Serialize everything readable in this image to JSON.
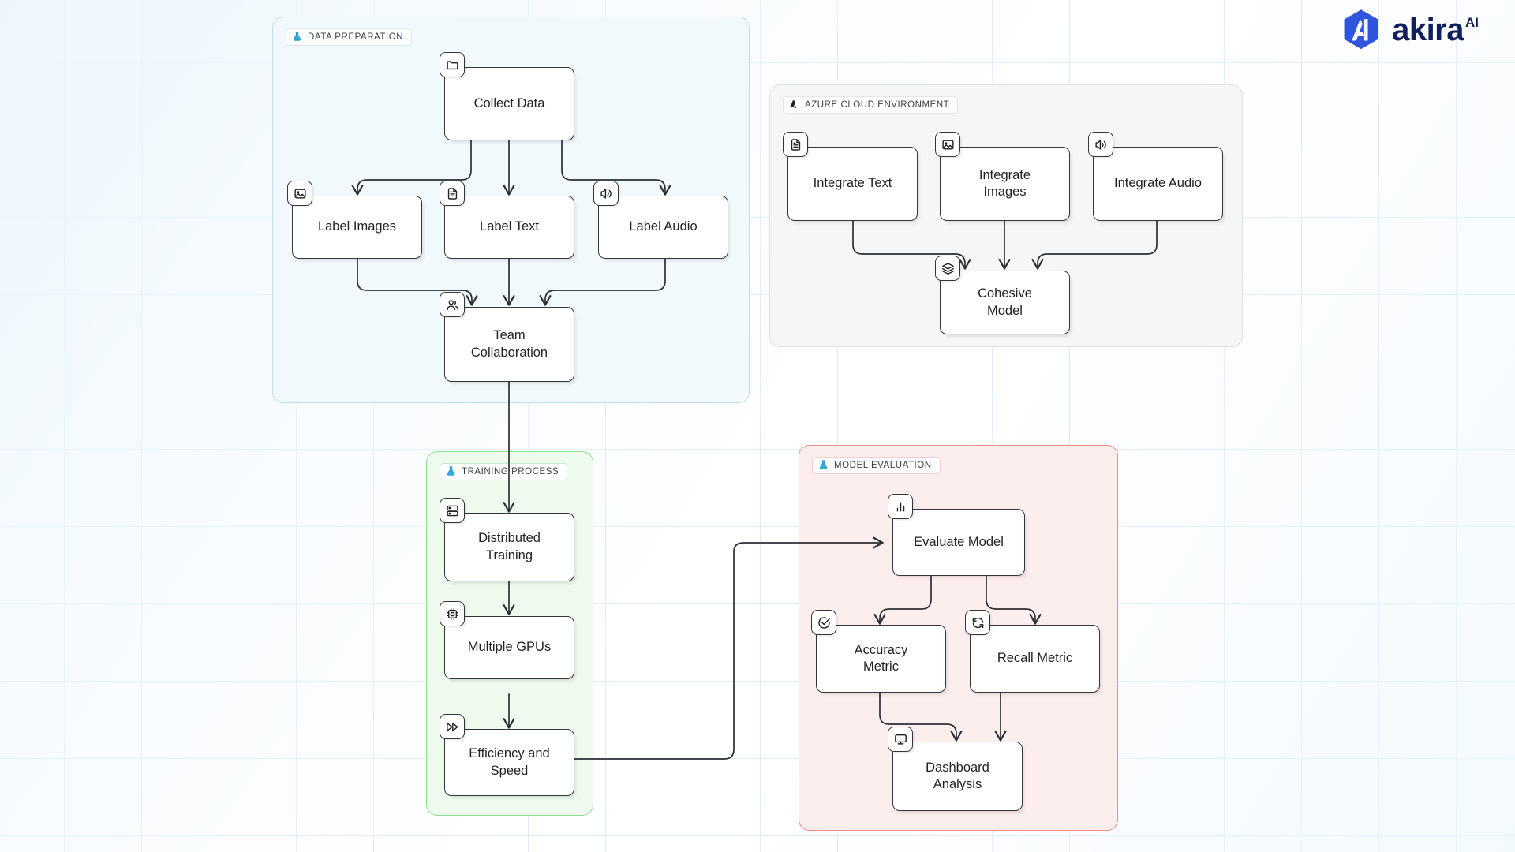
{
  "brand": {
    "name": "akira",
    "superscript": "AI",
    "hex_color": "#2f54de",
    "text_color": "#10205c"
  },
  "diagram": {
    "flask_icon": "flask-icon",
    "groups": [
      {
        "id": "data-preparation",
        "label": "DATA PREPARATION",
        "icon": "flask-icon",
        "accent": "#bfdff0",
        "fill": "#f2f9fd"
      },
      {
        "id": "azure-cloud-environment",
        "label": "AZURE CLOUD ENVIRONMENT",
        "icon": "azure-icon",
        "accent": "#e0e0e0",
        "fill": "#f6f6f6"
      },
      {
        "id": "training-process",
        "label": "TRAINING PROCESS",
        "icon": "flask-icon",
        "accent": "#8fe08f",
        "fill": "#eefaee"
      },
      {
        "id": "model-evaluation",
        "label": "MODEL EVALUATION",
        "icon": "flask-icon",
        "accent": "#f08a8a",
        "fill": "#fdeeee"
      }
    ],
    "nodes": [
      {
        "id": "collect-data",
        "label": "Collect Data",
        "icon": "folder-icon",
        "group": "data-preparation"
      },
      {
        "id": "label-images",
        "label": "Label Images",
        "icon": "image-icon",
        "group": "data-preparation"
      },
      {
        "id": "label-text",
        "label": "Label Text",
        "icon": "document-icon",
        "group": "data-preparation"
      },
      {
        "id": "label-audio",
        "label": "Label Audio",
        "icon": "speaker-icon",
        "group": "data-preparation"
      },
      {
        "id": "team-collaboration",
        "label": "Team\nCollaboration",
        "icon": "users-icon",
        "group": "data-preparation"
      },
      {
        "id": "integrate-text",
        "label": "Integrate Text",
        "icon": "document-icon",
        "group": "azure-cloud-environment"
      },
      {
        "id": "integrate-images",
        "label": "Integrate\nImages",
        "icon": "image-icon",
        "group": "azure-cloud-environment"
      },
      {
        "id": "integrate-audio",
        "label": "Integrate Audio",
        "icon": "speaker-icon",
        "group": "azure-cloud-environment"
      },
      {
        "id": "cohesive-model",
        "label": "Cohesive\nModel",
        "icon": "layers-icon",
        "group": "azure-cloud-environment"
      },
      {
        "id": "distributed-training",
        "label": "Distributed\nTraining",
        "icon": "server-icon",
        "group": "training-process"
      },
      {
        "id": "multiple-gpus",
        "label": "Multiple GPUs",
        "icon": "chip-icon",
        "group": "training-process"
      },
      {
        "id": "efficiency-and-speed",
        "label": "Efficiency and\nSpeed",
        "icon": "fast-forward-icon",
        "group": "training-process"
      },
      {
        "id": "evaluate-model",
        "label": "Evaluate Model",
        "icon": "bar-chart-icon",
        "group": "model-evaluation"
      },
      {
        "id": "accuracy-metric",
        "label": "Accuracy\nMetric",
        "icon": "check-circle-icon",
        "group": "model-evaluation"
      },
      {
        "id": "recall-metric",
        "label": "Recall Metric",
        "icon": "refresh-icon",
        "group": "model-evaluation"
      },
      {
        "id": "dashboard-analysis",
        "label": "Dashboard\nAnalysis",
        "icon": "monitor-icon",
        "group": "model-evaluation"
      }
    ],
    "edges": [
      {
        "from": "collect-data",
        "to": "label-images"
      },
      {
        "from": "collect-data",
        "to": "label-text"
      },
      {
        "from": "collect-data",
        "to": "label-audio"
      },
      {
        "from": "label-images",
        "to": "team-collaboration"
      },
      {
        "from": "label-text",
        "to": "team-collaboration"
      },
      {
        "from": "label-audio",
        "to": "team-collaboration"
      },
      {
        "from": "team-collaboration",
        "to": "distributed-training"
      },
      {
        "from": "integrate-text",
        "to": "cohesive-model"
      },
      {
        "from": "integrate-images",
        "to": "cohesive-model"
      },
      {
        "from": "integrate-audio",
        "to": "cohesive-model"
      },
      {
        "from": "distributed-training",
        "to": "multiple-gpus"
      },
      {
        "from": "multiple-gpus",
        "to": "efficiency-and-speed"
      },
      {
        "from": "efficiency-and-speed",
        "to": "evaluate-model"
      },
      {
        "from": "evaluate-model",
        "to": "accuracy-metric"
      },
      {
        "from": "evaluate-model",
        "to": "recall-metric"
      },
      {
        "from": "accuracy-metric",
        "to": "dashboard-analysis"
      },
      {
        "from": "recall-metric",
        "to": "dashboard-analysis"
      }
    ]
  }
}
